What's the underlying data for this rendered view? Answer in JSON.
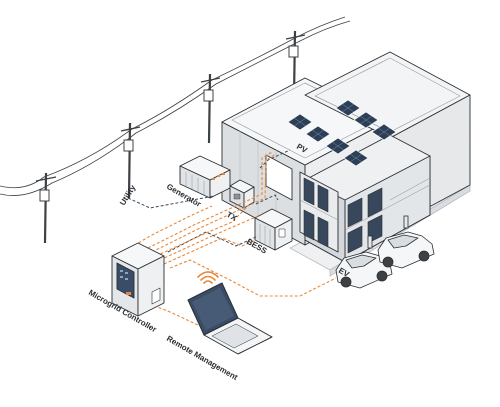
{
  "labels": {
    "utility": "Utility",
    "generator": "Generator",
    "tx": "TX",
    "pv": "PV",
    "bess": "BESS",
    "ev": "EV",
    "microgrid_controller": "Microgrid Controller",
    "remote_management": "Remote Management"
  },
  "colors": {
    "flow_line": "#e8883a",
    "control_line": "#3d4a5c",
    "outline": "#2b2f33",
    "solar_panel": "#2d3f57",
    "screen": "#3b4d66",
    "building_light": "#f3f4f5",
    "building_shade": "#dcdfe2"
  },
  "icons": [
    "utility-pole-icon",
    "generator-icon",
    "transformer-icon",
    "solar-panel-icon",
    "battery-storage-icon",
    "ev-car-icon",
    "controller-cabinet-icon",
    "laptop-icon",
    "wifi-signal-icon"
  ]
}
